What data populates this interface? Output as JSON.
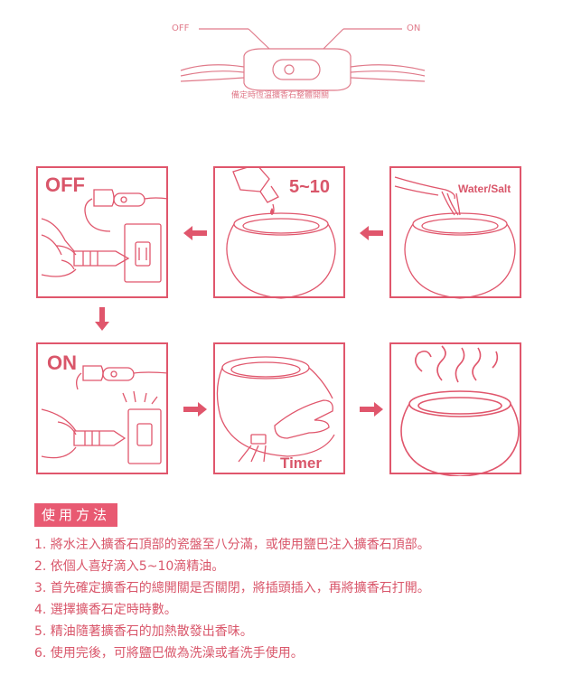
{
  "switch_diagram": {
    "off_label": "OFF",
    "on_label": "ON",
    "caption": "備定時恆溫擴香石整體開關"
  },
  "panels": {
    "off_label": "OFF",
    "drops_label": "5~10",
    "water_salt_label": "Water/Salt",
    "on_label": "ON",
    "timer_label": "Timer"
  },
  "instructions": {
    "title": "使用方法",
    "steps": [
      "1. 將水注入擴香石頂部的瓷盤至八分滿，或使用鹽巴注入擴香石頂部。",
      "2. 依個人喜好滴入5~10滴精油。",
      "3. 首先確定擴香石的總開關是否關閉，將插頭插入，再將擴香石打開。",
      "4. 選擇擴香石定時時數。",
      "5. 精油隨著擴香石的加熱散發出香味。",
      "6. 使用完後，可將鹽巴做為洗澡或者洗手使用。"
    ]
  },
  "colors": {
    "accent": "#e0566c",
    "title_bg": "#e85a72",
    "text": "#d9566a"
  },
  "icons": [
    "switch-cord-icon",
    "plug-hand-icon",
    "oil-drop-icon",
    "water-pour-icon",
    "timer-button-icon",
    "steam-icon",
    "arrow-left-icon",
    "arrow-down-icon",
    "arrow-right-icon"
  ]
}
